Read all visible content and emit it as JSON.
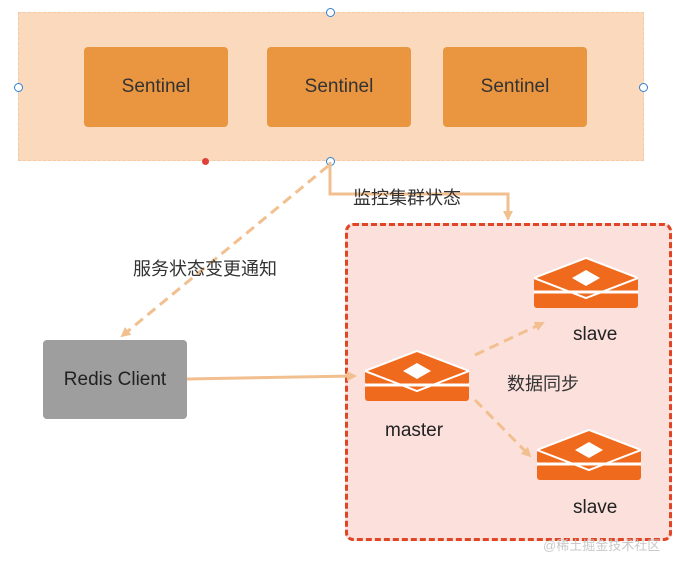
{
  "sentinels": [
    "Sentinel",
    "Sentinel",
    "Sentinel"
  ],
  "edges": {
    "monitor_label": "监控集群状态",
    "notify_label": "服务状态变更通知",
    "sync_label": "数据同步"
  },
  "client_label": "Redis Client",
  "nodes": {
    "master": "master",
    "slave_top": "slave",
    "slave_bottom": "slave"
  },
  "watermark": "@稀土掘金技术社区",
  "colors": {
    "sentinel_group_bg": "#fad9bd",
    "sentinel_box": "#ea953f",
    "cluster_bg": "#fbe0dc",
    "cluster_border": "#e04526",
    "arrow": "#f2bf8f",
    "redis_icon": "#f06a1d",
    "client_box": "#9e9e9e",
    "selection_handle": "#2f7fd1"
  }
}
